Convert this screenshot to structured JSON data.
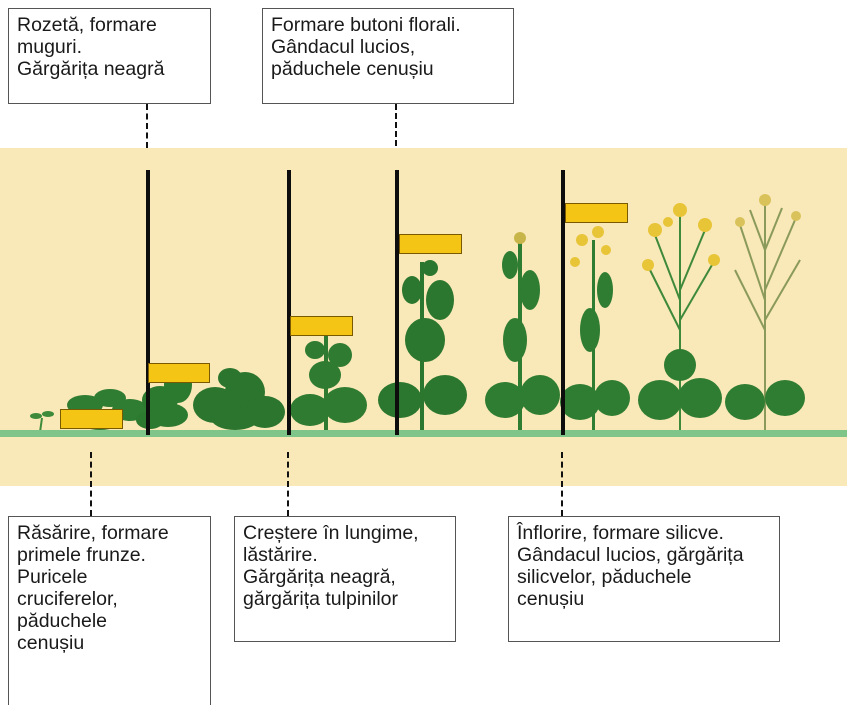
{
  "stages": [
    {
      "id": "rozeta",
      "lines": [
        "Rozetă, formare",
        "muguri.",
        "Gărgărița neagră"
      ]
    },
    {
      "id": "butoni",
      "lines": [
        "Formare butoni florali.",
        "Gândacul lucios,",
        "păduchele cenușiu"
      ]
    },
    {
      "id": "rasarire",
      "lines": [
        "Răsărire, formare",
        "primele frunze.",
        "Puricele",
        "cruciferelor,",
        "păduchele",
        "cenușiu"
      ]
    },
    {
      "id": "crestere",
      "lines": [
        "Creștere în lungime,",
        "lăstărire.",
        "Gărgărița neagră,",
        "gărgărița tulpinilor"
      ]
    },
    {
      "id": "inflorire",
      "lines": [
        "Înflorire, formare silicve.",
        "Gândacul lucios, gărgărița",
        "silicvelor, păduchele",
        "cenușiu"
      ]
    }
  ],
  "colors": {
    "background_band": "#f9e8b8",
    "ground": "#7fc489",
    "bar": "#f5c515",
    "plant": "#2f7d32",
    "flower": "#e8c437"
  }
}
